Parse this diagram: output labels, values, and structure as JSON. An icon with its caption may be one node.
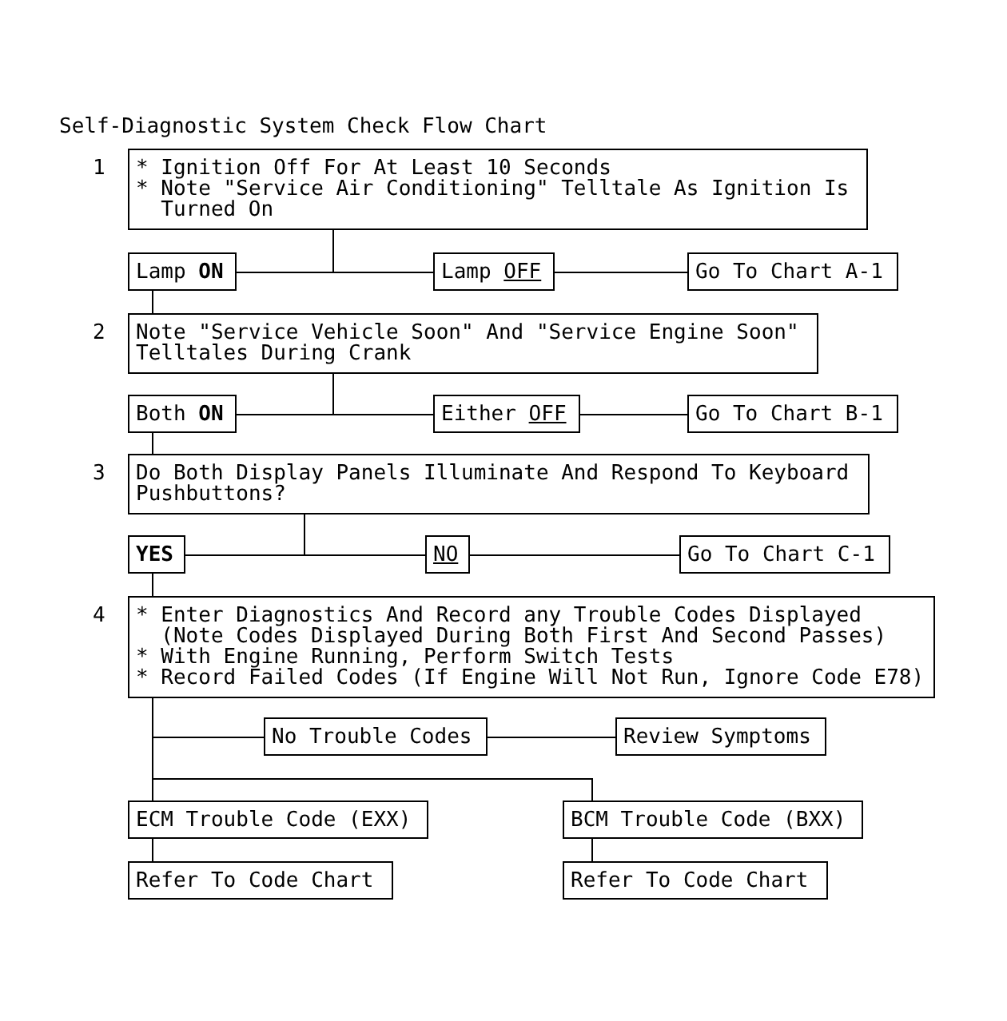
{
  "diagram": {
    "title": "Self-Diagnostic System Check Flow Chart",
    "nodes": [
      {
        "text": [
          "* Ignition Off For At Least 10 Seconds",
          "* Note \"Service Air Conditioning\" Telltale As Ignition Is Turned On"
        ],
        "beside": [
          "1"
        ]
      },
      {
        "text": [
          "Lamp **ON**"
        ]
      },
      {
        "text": [
          "Lamp *OFF*"
        ]
      },
      {
        "text": [
          "Go To Chart A-1"
        ]
      },
      {
        "text": [
          "Note \"Service Vehicle Soon\" And \"Service Engine Soon\" Telltales During Crank"
        ],
        "beside": [
          "2"
        ]
      },
      {
        "text": [
          "Both **ON**"
        ]
      },
      {
        "text": [
          "Either *OFF*"
        ]
      },
      {
        "text": [
          "Go To Chart B-1"
        ]
      },
      {
        "text": [
          "Do Both Display Panels Illuminate And Respond To Keyboard Pushbuttons?"
        ],
        "beside": [
          "3"
        ]
      },
      {
        "text": [
          "YES"
        ]
      },
      {
        "text": [
          "NO"
        ]
      },
      {
        "text": [
          "Go To Chart C-1"
        ]
      },
      {
        "text": [
          "* Enter Diagnostics And Record any Trouble Codes Displayed (Note Codes Displayed During Both First And Second Passes)",
          "* With Engine Running, Perform Switch Tests",
          "* Record Failed Codes (If Engine Will Not Run, Ignore Code E78)"
        ],
        "beside": [
          "4"
        ]
      },
      {
        "text": [
          "No Trouble Codes"
        ]
      },
      {
        "text": [
          "Review Symptoms"
        ]
      },
      {
        "text": [
          "ECM Trouble Code (EXX)"
        ]
      },
      {
        "text": [
          "BCM Trouble Code (BXX)"
        ]
      },
      {
        "text": [
          "Refer To Code Chart"
        ]
      },
      {
        "text": [
          "Refer To Code Chart"
        ]
      }
    ],
    "edges": [
      {
        "from": 0,
        "to": 1,
        "arrow": "none"
      },
      {
        "from": 0,
        "to": 2,
        "arrow": "none"
      },
      {
        "from": 2,
        "to": 3,
        "arrow": "none"
      },
      {
        "from": 1,
        "to": 4,
        "arrow": "none"
      },
      {
        "from": 4,
        "to": 5,
        "arrow": "none"
      },
      {
        "from": 4,
        "to": 6,
        "arrow": "none"
      },
      {
        "from": 6,
        "to": 7,
        "arrow": "none"
      },
      {
        "from": 5,
        "to": 8,
        "arrow": "none"
      },
      {
        "from": 8,
        "to": 9,
        "arrow": "none"
      },
      {
        "from": 8,
        "to": 10,
        "arrow": "none"
      },
      {
        "from": 10,
        "to": 11,
        "arrow": "none"
      },
      {
        "from": 9,
        "to": 12,
        "arrow": "none"
      },
      {
        "from": 12,
        "to": 13,
        "arrow": "none"
      },
      {
        "from": 13,
        "to": 14,
        "arrow": "none"
      },
      {
        "from": 12,
        "to": 15,
        "arrow": "none"
      },
      {
        "from": 12,
        "to": 16,
        "arrow": "none"
      },
      {
        "from": 15,
        "to": 17,
        "arrow": "none"
      },
      {
        "from": 16,
        "to": 18,
        "arrow": "none"
      }
    ]
  }
}
